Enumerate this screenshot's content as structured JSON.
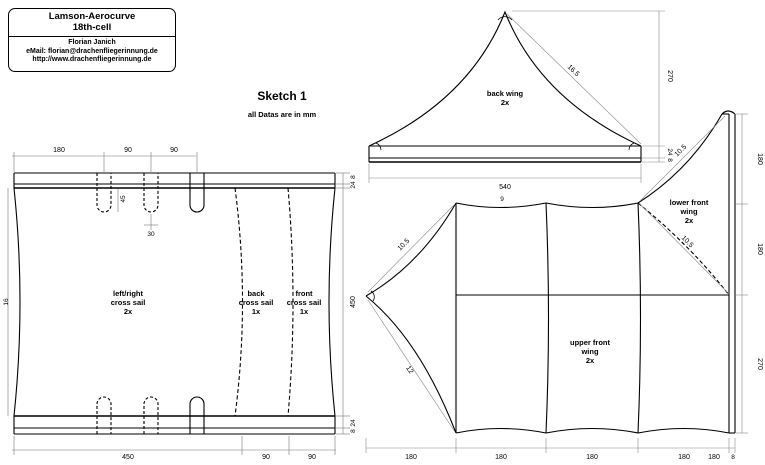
{
  "header": {
    "title": "Lamson-Aerocurve",
    "subtitle": "18th-cell",
    "author": "Florian Janich",
    "email": "eMail: florian@drachenfliegerinnung.de",
    "web": "http://www.drachenfliegerinnung.de"
  },
  "sketch": {
    "title": "Sketch 1",
    "note": "all Datas are in mm"
  },
  "cross_sails": {
    "label_main_1": "left/right",
    "label_main_2": "cross sail",
    "label_main_3": "2x",
    "label_back_1": "back",
    "label_back_2": "cross sail",
    "label_back_3": "1x",
    "label_front_1": "front",
    "label_front_2": "cross sail",
    "label_front_3": "1x",
    "dim_top_180": "180",
    "dim_top_90a": "90",
    "dim_top_90b": "90",
    "dim_45": "45",
    "dim_30": "30",
    "dim_16": "16",
    "dim_8_top": "8",
    "dim_24_top": "24",
    "dim_450_h": "450",
    "dim_24_bot": "24",
    "dim_8_bot": "8",
    "dim_450_w": "450",
    "dim_90_bot_a": "90",
    "dim_90_bot_b": "90"
  },
  "back_wing": {
    "label_1": "back wing",
    "label_2": "2x",
    "dim_16_5": "16.5",
    "dim_270": "270",
    "dim_24": "24",
    "dim_8": "8",
    "dim_540": "540"
  },
  "front_wing": {
    "upper_1": "upper front",
    "upper_2": "wing",
    "upper_3": "2x",
    "lower_1": "lower front",
    "lower_2": "wing",
    "lower_3": "2x",
    "dim_9": "9",
    "dim_10_5_a": "10.5",
    "dim_10_5_b": "10.5",
    "dim_10_5_c": "10.5",
    "dim_12": "12",
    "dim_180_r1": "180",
    "dim_180_r2": "180",
    "dim_270_r": "270",
    "dim_b180_1": "180",
    "dim_b180_2": "180",
    "dim_b180_3": "180",
    "dim_b180_4": "180",
    "dim_b180_5": "180",
    "dim_b8": "8"
  }
}
